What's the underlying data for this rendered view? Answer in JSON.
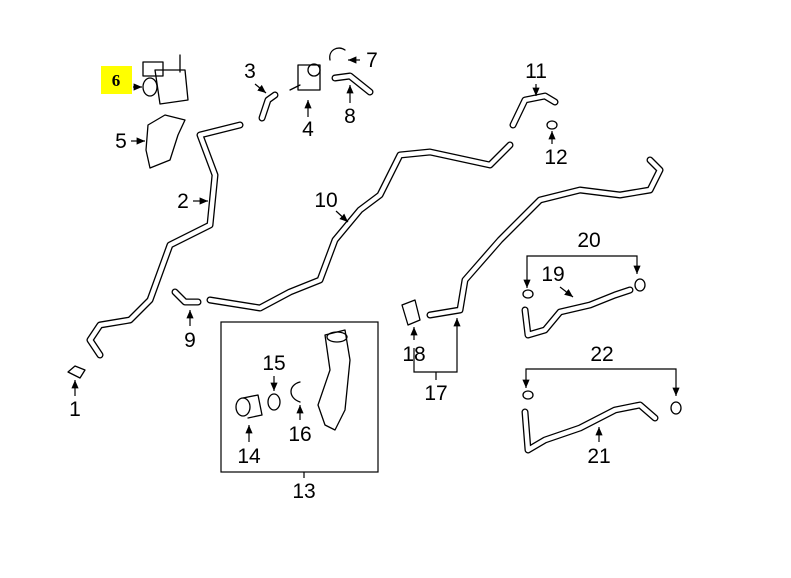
{
  "diagram": {
    "highlight_color": "#ffff00",
    "highlighted_part": "6",
    "callouts": [
      {
        "id": "c1",
        "label": "1"
      },
      {
        "id": "c2",
        "label": "2"
      },
      {
        "id": "c3",
        "label": "3"
      },
      {
        "id": "c4",
        "label": "4"
      },
      {
        "id": "c5",
        "label": "5"
      },
      {
        "id": "c6",
        "label": "6"
      },
      {
        "id": "c7",
        "label": "7"
      },
      {
        "id": "c8",
        "label": "8"
      },
      {
        "id": "c9",
        "label": "9"
      },
      {
        "id": "c10",
        "label": "10"
      },
      {
        "id": "c11",
        "label": "11"
      },
      {
        "id": "c12",
        "label": "12"
      },
      {
        "id": "c13",
        "label": "13"
      },
      {
        "id": "c14",
        "label": "14"
      },
      {
        "id": "c15",
        "label": "15"
      },
      {
        "id": "c16",
        "label": "16"
      },
      {
        "id": "c17",
        "label": "17"
      },
      {
        "id": "c18",
        "label": "18"
      },
      {
        "id": "c19",
        "label": "19"
      },
      {
        "id": "c20",
        "label": "20"
      },
      {
        "id": "c21",
        "label": "21"
      },
      {
        "id": "c22",
        "label": "22"
      }
    ]
  }
}
